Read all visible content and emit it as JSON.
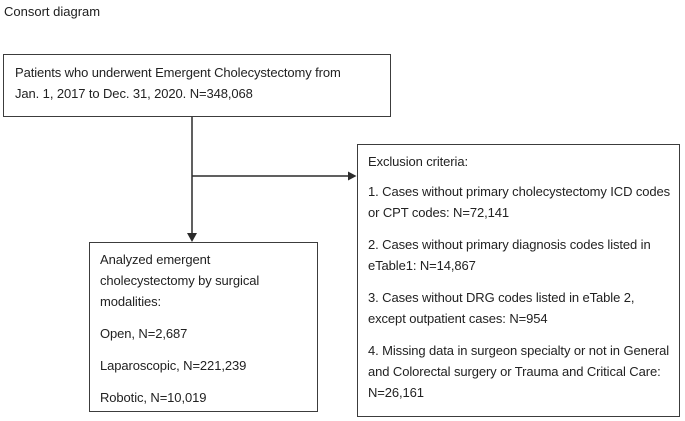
{
  "page": {
    "title": "Consort diagram"
  },
  "diagram": {
    "top_box": {
      "text": "Patients who underwent Emergent Cholecystectomy from Jan. 1, 2017 to Dec. 31, 2020. N=348,068"
    },
    "analyzed_box": {
      "heading": "Analyzed emergent cholecystectomy by surgical modalities:",
      "items": [
        "Open, N=2,687",
        "Laparoscopic, N=221,239",
        "Robotic, N=10,019"
      ]
    },
    "exclusion_box": {
      "heading": "Exclusion criteria:",
      "items": [
        "1. Cases without primary cholecystectomy ICD codes or CPT codes: N=72,141",
        "2. Cases without primary diagnosis codes listed in eTable1: N=14,867",
        "3. Cases without DRG codes listed in eTable 2, except outpatient cases: N=954",
        "4. Missing data in surgeon specialty or not in General and Colorectal surgery or Trauma and Critical Care: N=26,161"
      ]
    },
    "colors": {
      "border": "#3c3c3c",
      "arrow": "#2b2b2b",
      "text": "#222222",
      "background": "#ffffff"
    }
  }
}
